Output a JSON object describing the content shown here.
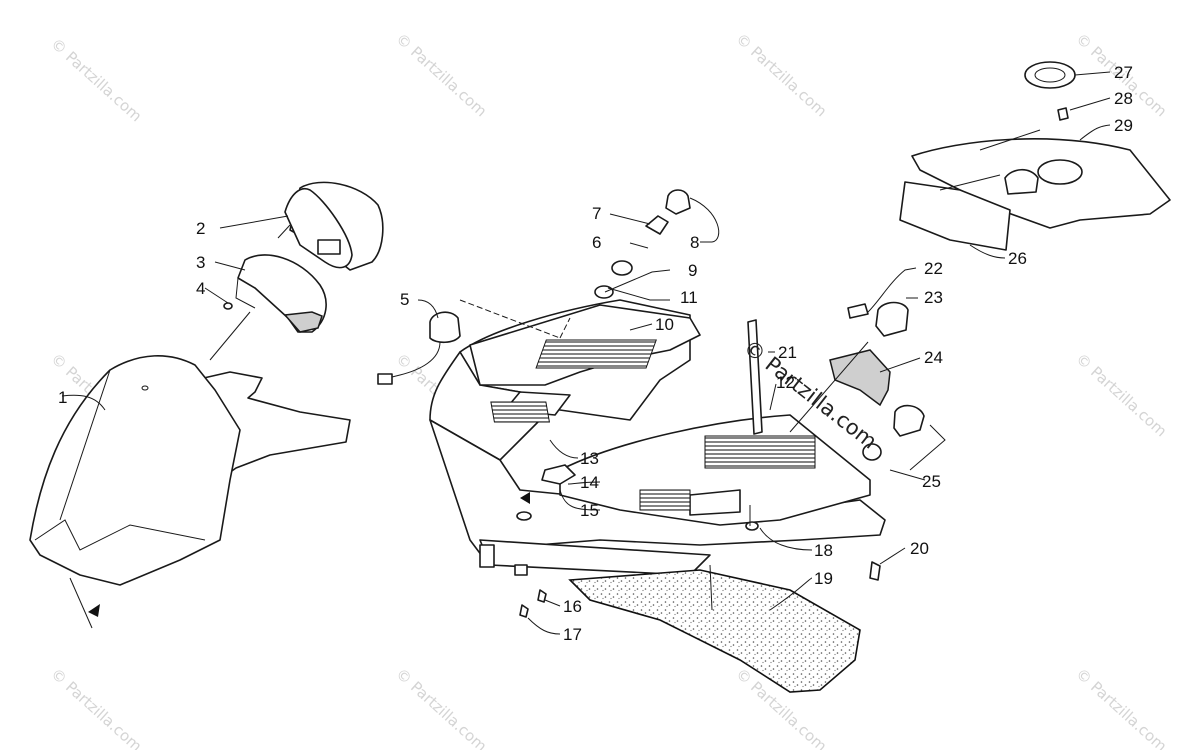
{
  "watermark": {
    "text": "© Partzilla.com",
    "center_text": "© Partzilla.com"
  },
  "callouts": [
    "1",
    "2",
    "3",
    "4",
    "5",
    "6",
    "7",
    "8",
    "9",
    "10",
    "11",
    "12",
    "13",
    "14",
    "15",
    "16",
    "17",
    "18",
    "19",
    "20",
    "21",
    "22",
    "23",
    "24",
    "25",
    "26",
    "27",
    "28",
    "29"
  ],
  "colors": {
    "ink": "#1a1a1a",
    "watermark": "#d4d4d4",
    "mat": "#9a9a9a"
  }
}
